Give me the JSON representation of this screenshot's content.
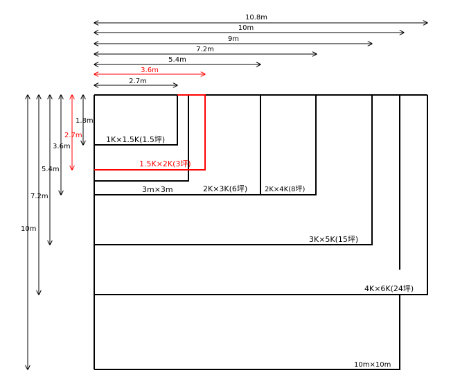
{
  "colors": {
    "line": "#000000",
    "highlight": "#ff0000",
    "background": "#ffffff"
  },
  "top_dimensions": [
    {
      "label": "10.8m",
      "highlight": false
    },
    {
      "label": "10m",
      "highlight": false
    },
    {
      "label": "9m",
      "highlight": false
    },
    {
      "label": "7.2m",
      "highlight": false
    },
    {
      "label": "5.4m",
      "highlight": false
    },
    {
      "label": "3.6m",
      "highlight": true
    },
    {
      "label": "2.7m",
      "highlight": false
    }
  ],
  "left_dimensions": [
    {
      "label": "10m",
      "highlight": false
    },
    {
      "label": "7.2m",
      "highlight": false
    },
    {
      "label": "5.4m",
      "highlight": false
    },
    {
      "label": "3.6m",
      "highlight": false
    },
    {
      "label": "2.7m",
      "highlight": true
    },
    {
      "label": "1.8m",
      "highlight": false
    }
  ],
  "rooms": [
    {
      "label": "1K×1.5K(1.5坪)",
      "highlight": false
    },
    {
      "label": "1.5K×2K(3坪)",
      "highlight": true
    },
    {
      "label": "3m×3m",
      "highlight": false
    },
    {
      "label": "2K×3K(6坪)",
      "highlight": false
    },
    {
      "label": "2K×4K(8坪)",
      "highlight": false
    },
    {
      "label": "3K×5K(15坪)",
      "highlight": false
    },
    {
      "label": "4K×6K(24坪)",
      "highlight": false
    },
    {
      "label": "10m×10m",
      "highlight": false
    }
  ]
}
